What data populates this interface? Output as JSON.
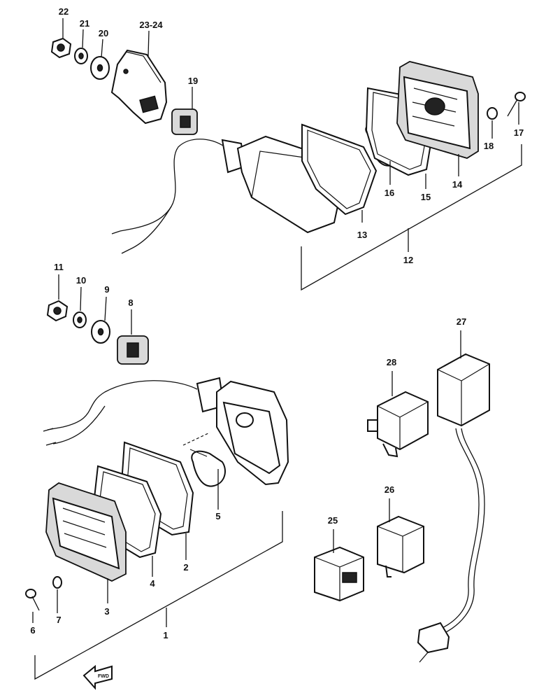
{
  "diagram": {
    "callouts": {
      "p1": "1",
      "p2": "2",
      "p3": "3",
      "p4": "4",
      "p5": "5",
      "p6": "6",
      "p7": "7",
      "p8": "8",
      "p9": "9",
      "p10": "10",
      "p11": "11",
      "p12": "12",
      "p13": "13",
      "p14": "14",
      "p15": "15",
      "p16": "16",
      "p17": "17",
      "p18": "18",
      "p19": "19",
      "p20": "20",
      "p21": "21",
      "p22": "22",
      "p23_24": "23-24",
      "p25": "25",
      "p26": "26",
      "p27": "27",
      "p28": "28"
    },
    "fwd_label": "FWD"
  }
}
